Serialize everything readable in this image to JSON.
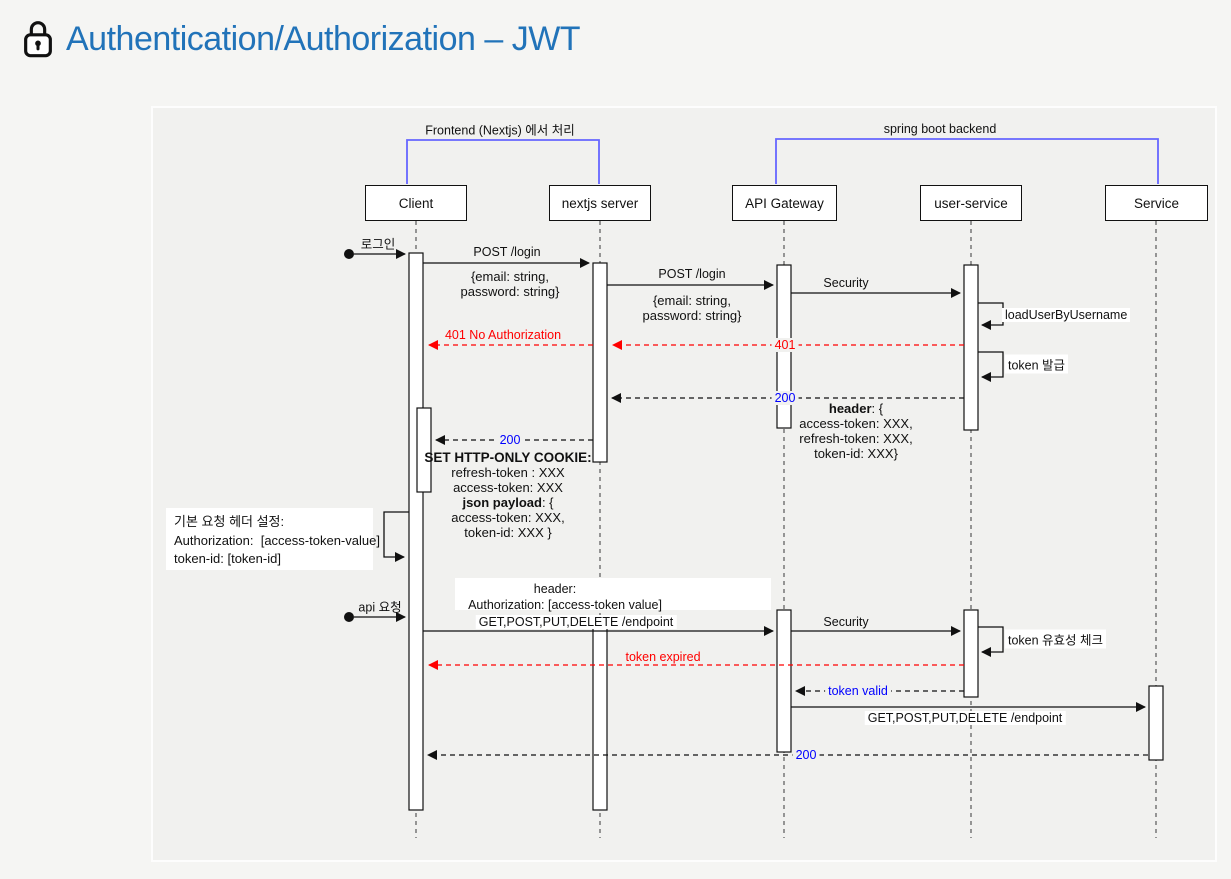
{
  "title": {
    "text": "Authentication/Authorization – JWT",
    "icon": "lock-icon"
  },
  "colors": {
    "title_blue": "#2173b9",
    "group_bracket_blue": "#6666ff",
    "error_red": "#ff0000",
    "status_blue": "#0000ff"
  },
  "groups": [
    {
      "label": "Frontend (Nextjs) 에서 처리"
    },
    {
      "label": "spring boot backend"
    }
  ],
  "participants": [
    {
      "name": "Client"
    },
    {
      "name": "nextjs server"
    },
    {
      "name": "API Gateway"
    },
    {
      "name": "user-service"
    },
    {
      "name": "Service"
    }
  ],
  "messages": {
    "login": "로그인",
    "post_login": "POST /login",
    "post_login_body_1": "{email: string,",
    "post_login_body_2": "password: string}",
    "post_login_fwd": "POST /login",
    "post_login_fwd_body_1": "{email: string,",
    "post_login_fwd_body_2": "password: string}",
    "security": "Security",
    "load_user_by_username": "loadUserByUsername",
    "unauthorized_code": "401",
    "unauthorized": "401 No Authorization",
    "token_issue": "token 발급",
    "ok_backend": "200",
    "ok_frontend": "200",
    "api_request": "api 요청",
    "get_endpoint": "GET,POST,PUT,DELETE /endpoint",
    "security_check": "Security",
    "token_validity_check": "token 유효성 체크",
    "token_expired": "token expired",
    "token_valid": "token valid",
    "get_endpoint_service": "GET,POST,PUT,DELETE /endpoint",
    "ok_final": "200"
  },
  "notes": {
    "token_header": {
      "keyword": "header",
      "rest": ": {",
      "line2": "access-token: XXX,",
      "line3": "refresh-token: XXX,",
      "line4": "token-id: XXX}"
    },
    "set_cookie": {
      "title": "SET HTTP-ONLY COOKIE:",
      "line2": "refresh-token : XXX",
      "line3": "access-token: XXX",
      "line4_keyword": "json payload",
      "line4_rest": ": {",
      "line5": "access-token: XXX,",
      "line6": "token-id: XXX }"
    },
    "default_header": {
      "line1": "기본 요청 헤더 설정:",
      "line2": "Authorization:  [access-token-value]",
      "line3": "token-id: [token-id]"
    },
    "request_header": {
      "line1": "header:",
      "line2": "Authorization: [access-token value]"
    }
  }
}
